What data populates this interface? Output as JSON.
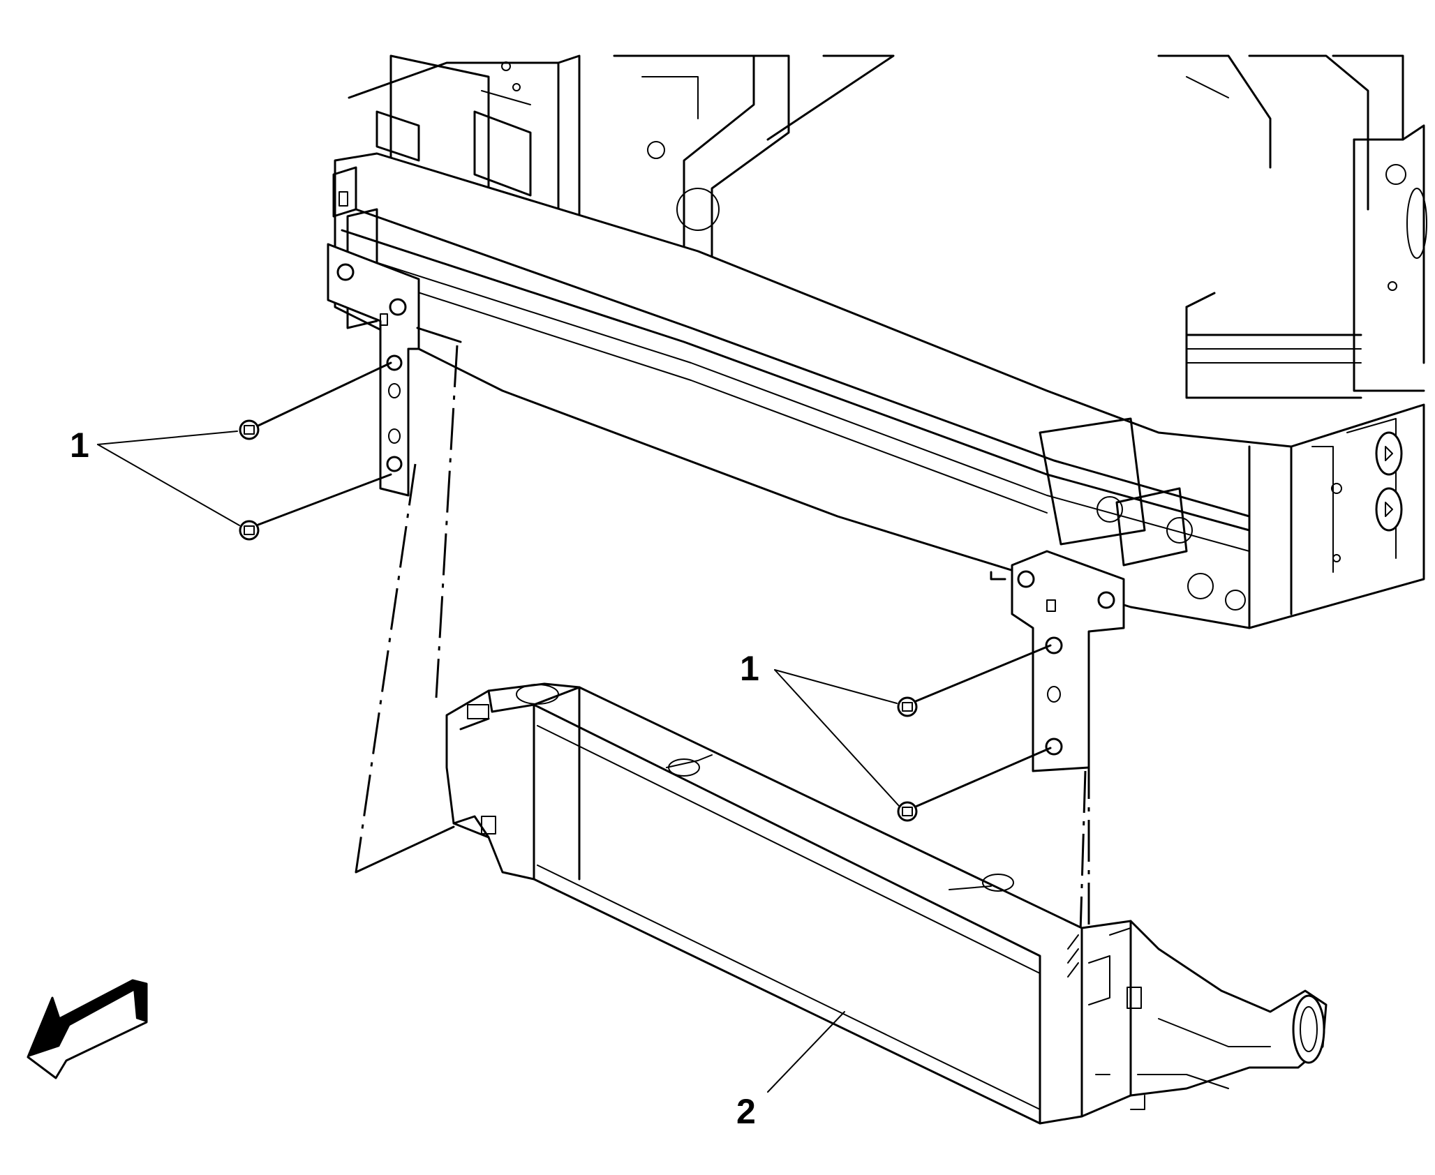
{
  "callouts": {
    "fastener_label_left": "1",
    "fastener_label_right": "1",
    "intercooler_label": "2"
  },
  "icons": {
    "front_arrow": "front-direction-arrow-icon",
    "bolt": "bolt-icon"
  },
  "colors": {
    "line": "#000000",
    "background": "#ffffff",
    "arrow_fill": "#000000"
  }
}
